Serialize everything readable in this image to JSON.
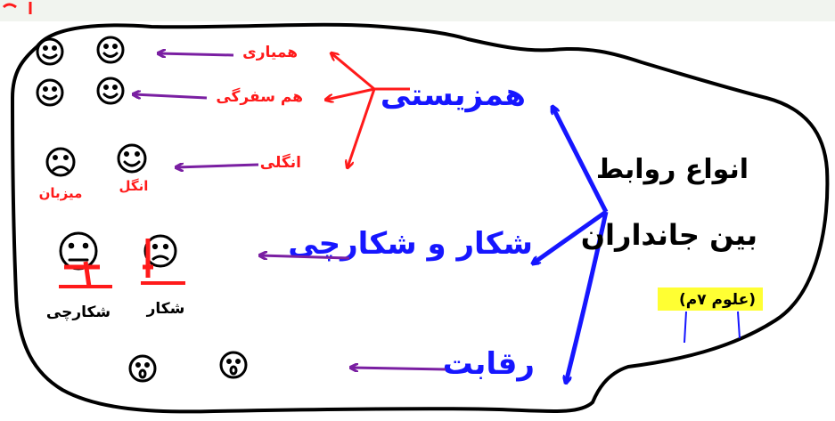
{
  "colors": {
    "outline": "#000000",
    "blue_branch": "#1616ff",
    "red_branch": "#ff1a1a",
    "purple_arrow": "#7a1fa2",
    "highlight": "#ffff33",
    "topbar": "#f1f4ef"
  },
  "diagram": {
    "main_title_line1": "انواع روابط",
    "main_title_line2": "بین جانداران",
    "highlight_note": "(علوم ۷م)",
    "branches": {
      "coexistence": "همزیستی",
      "predation": "شکار و شکارچی",
      "competition": "رقابت"
    },
    "coexistence_types": {
      "mutualism": "همیاری",
      "commensalism": "هم سفرگی",
      "parasitism": "انگلی"
    },
    "face_labels": {
      "parasite": "انگل",
      "host": "میزبان",
      "prey": "شکار",
      "predator": "شکارچی"
    }
  },
  "icons": [
    "smiley-icon",
    "sad-face-icon",
    "shocked-face-icon",
    "bleeding-face-icon"
  ]
}
